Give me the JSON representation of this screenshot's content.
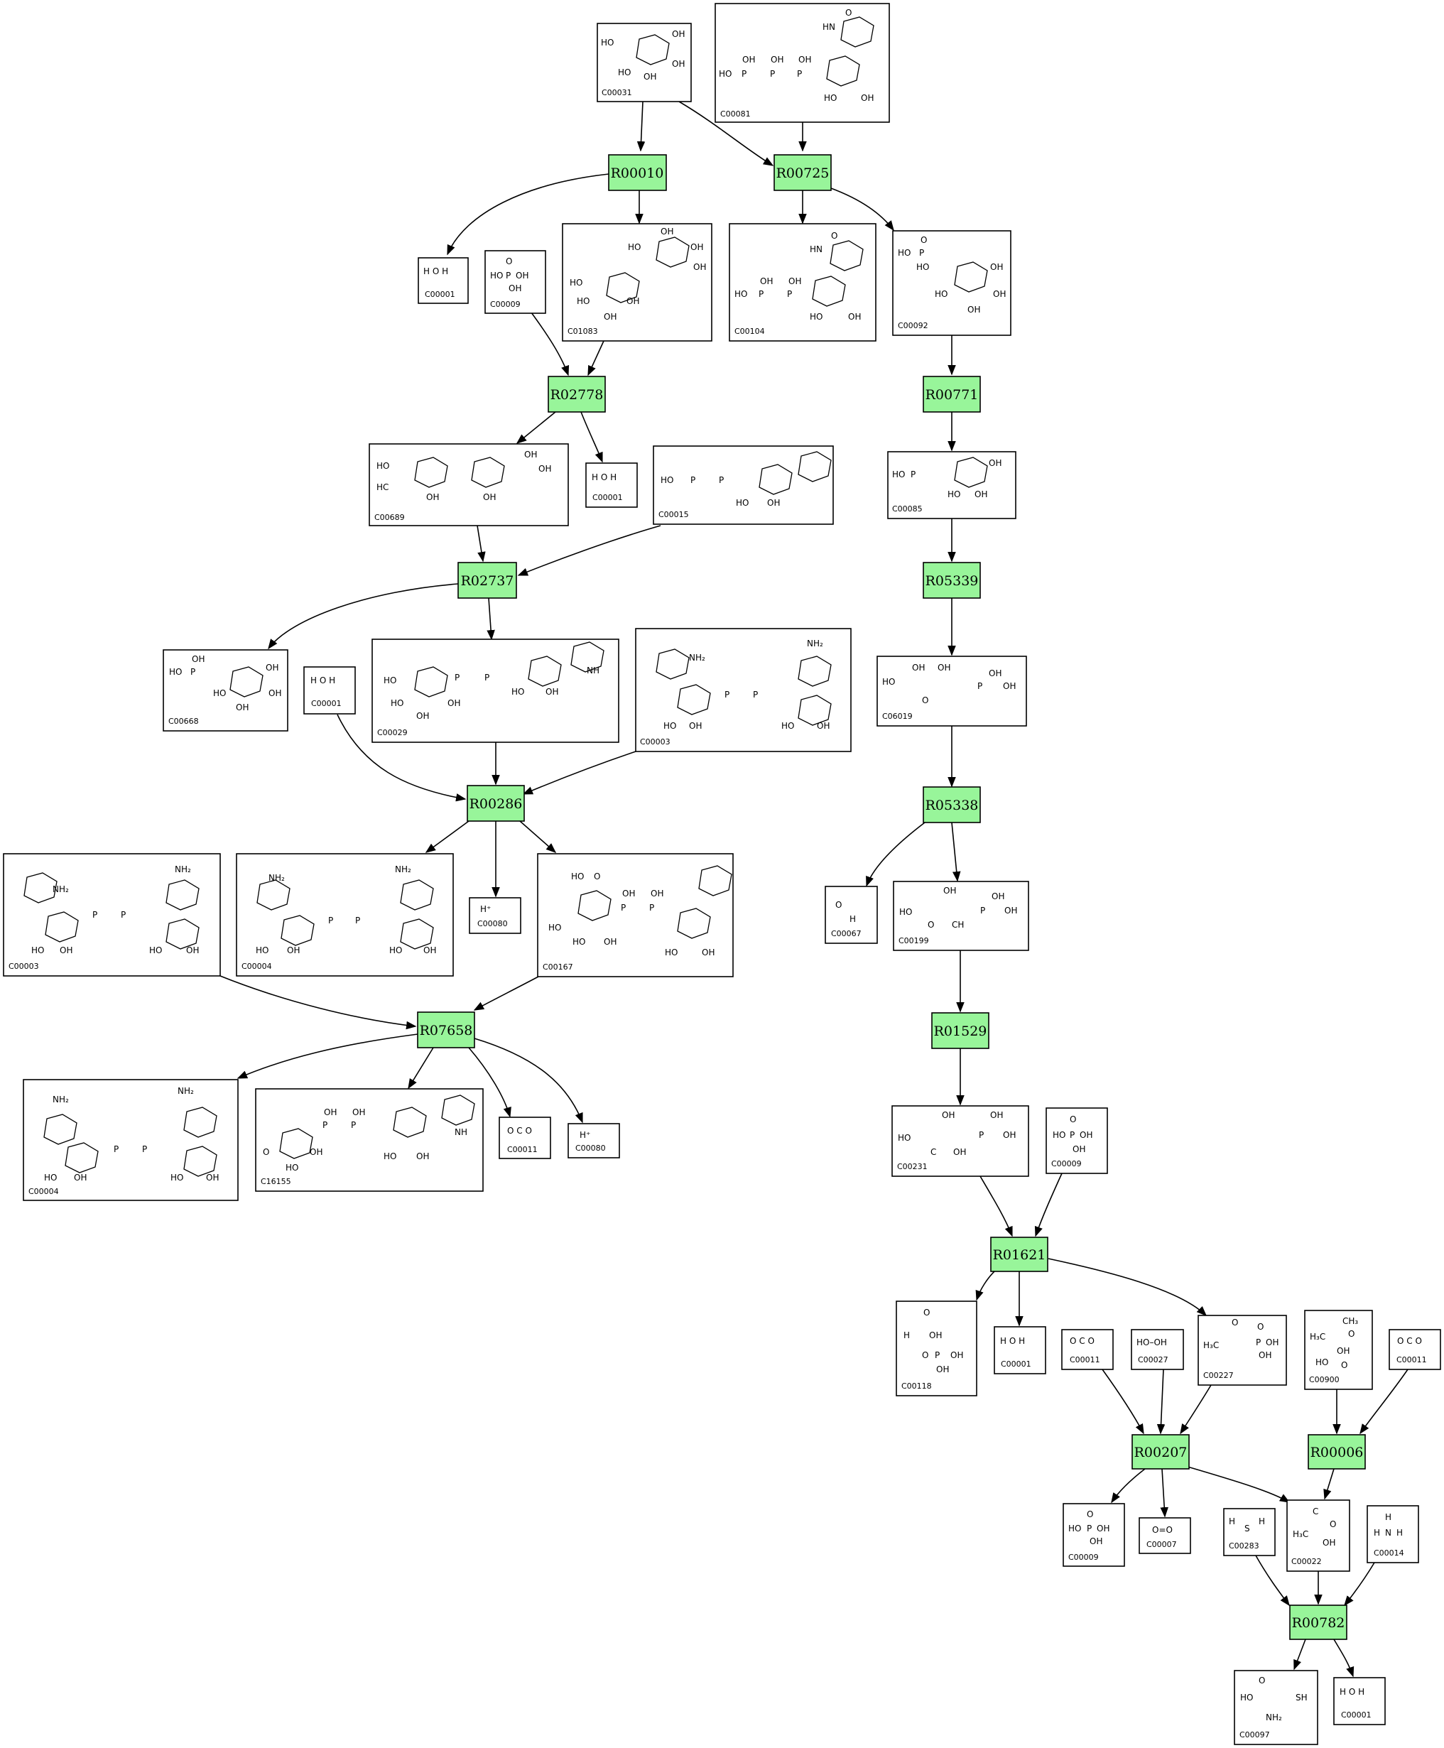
{
  "colors": {
    "reaction_fill": "#98f59a",
    "line": "#000000",
    "background": "#ffffff"
  },
  "reactions": [
    "R00010",
    "R00725",
    "R02778",
    "R00771",
    "R02737",
    "R05339",
    "R00286",
    "R05338",
    "R07658",
    "R01529",
    "R01621",
    "R00207",
    "R00006",
    "R00782"
  ],
  "compounds": [
    {
      "id": "c_C00031",
      "label": "C00031"
    },
    {
      "id": "c_C00081",
      "label": "C00081"
    },
    {
      "id": "c_C00001_a",
      "label": "C00001"
    },
    {
      "id": "c_C00009_a",
      "label": "C00009"
    },
    {
      "id": "c_C01083",
      "label": "C01083"
    },
    {
      "id": "c_C00104",
      "label": "C00104"
    },
    {
      "id": "c_C00092",
      "label": "C00092"
    },
    {
      "id": "c_C00689",
      "label": "C00689"
    },
    {
      "id": "c_C00001_b",
      "label": "C00001"
    },
    {
      "id": "c_C00015",
      "label": "C00015"
    },
    {
      "id": "c_C00085",
      "label": "C00085"
    },
    {
      "id": "c_C00668",
      "label": "C00668"
    },
    {
      "id": "c_C00001_c",
      "label": "C00001"
    },
    {
      "id": "c_C00029",
      "label": "C00029"
    },
    {
      "id": "c_C00003_a",
      "label": "C00003"
    },
    {
      "id": "c_C06019",
      "label": "C06019"
    },
    {
      "id": "c_C00003_b",
      "label": "C00003"
    },
    {
      "id": "c_C00004_a",
      "label": "C00004"
    },
    {
      "id": "c_C00080_a",
      "label": "C00080"
    },
    {
      "id": "c_C00167",
      "label": "C00167"
    },
    {
      "id": "c_C00067",
      "label": "C00067"
    },
    {
      "id": "c_C00199",
      "label": "C00199"
    },
    {
      "id": "c_C00004_b",
      "label": "C00004"
    },
    {
      "id": "c_C16155",
      "label": "C16155"
    },
    {
      "id": "c_C00011_a",
      "label": "C00011"
    },
    {
      "id": "c_C00080_b",
      "label": "C00080"
    },
    {
      "id": "c_C00231",
      "label": "C00231"
    },
    {
      "id": "c_C00009_b",
      "label": "C00009"
    },
    {
      "id": "c_C00118",
      "label": "C00118"
    },
    {
      "id": "c_C00001_d",
      "label": "C00001"
    },
    {
      "id": "c_C00011_b",
      "label": "C00011"
    },
    {
      "id": "c_C00027",
      "label": "C00027"
    },
    {
      "id": "c_C00227",
      "label": "C00227"
    },
    {
      "id": "c_C00900",
      "label": "C00900"
    },
    {
      "id": "c_C00011_c",
      "label": "C00011"
    },
    {
      "id": "c_C00009_c",
      "label": "C00009"
    },
    {
      "id": "c_C00007",
      "label": "C00007"
    },
    {
      "id": "c_C00283",
      "label": "C00283"
    },
    {
      "id": "c_C00022",
      "label": "C00022"
    },
    {
      "id": "c_C00014",
      "label": "C00014"
    },
    {
      "id": "c_C00097",
      "label": "C00097"
    },
    {
      "id": "c_C00001_e",
      "label": "C00001"
    }
  ],
  "atoms": {
    "HO": "HO",
    "OH": "OH",
    "O": "O",
    "P": "P",
    "H": "H",
    "H_plus": "H⁺",
    "N": "N",
    "HN": "HN",
    "NH": "NH",
    "NH2": "NH₂",
    "H_O_H": "H O H",
    "O_C_O": "O C O",
    "HO_OH": "HO–OH",
    "O_O": "O=O",
    "S": "S",
    "SH": "SH",
    "H3C": "H₃C",
    "CH3": "CH₃",
    "CH": "CH",
    "C": "C",
    "HC": "HC"
  }
}
